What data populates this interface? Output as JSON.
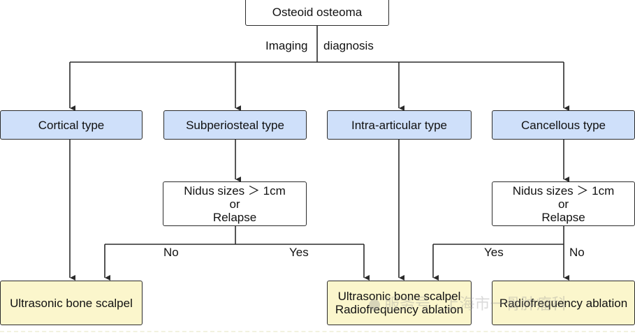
{
  "root": {
    "label": "Osteoid osteoma"
  },
  "edge_root": {
    "left": "Imaging",
    "right": "diagnosis"
  },
  "types": [
    {
      "label": "Cortical type"
    },
    {
      "label": "Subperiosteal type"
    },
    {
      "label": "Intra-articular type"
    },
    {
      "label": "Cancellous type"
    }
  ],
  "decisions": [
    {
      "line1": "Nidus sizes ＞ 1cm",
      "line2": "or",
      "line3": "Relapse"
    },
    {
      "line1": "Nidus sizes ＞ 1cm",
      "line2": "or",
      "line3": "Relapse"
    }
  ],
  "branch_labels": {
    "left_no": "No",
    "left_yes": "Yes",
    "right_yes": "Yes",
    "right_no": "No"
  },
  "outcomes": [
    {
      "line1": "Ultrasonic bone scalpel"
    },
    {
      "line1": "Ultrasonic bone scalpel",
      "line2": "Radiofrequency ablation"
    },
    {
      "line1": "Radiofrequency ablation"
    }
  ],
  "watermark": {
    "text": "服务号 · 上海市一骨肿瘤科"
  },
  "colors": {
    "type_fill": "#cfe0fa",
    "outcome_fill": "#fbf6cc",
    "line": "#2b2b2b"
  }
}
